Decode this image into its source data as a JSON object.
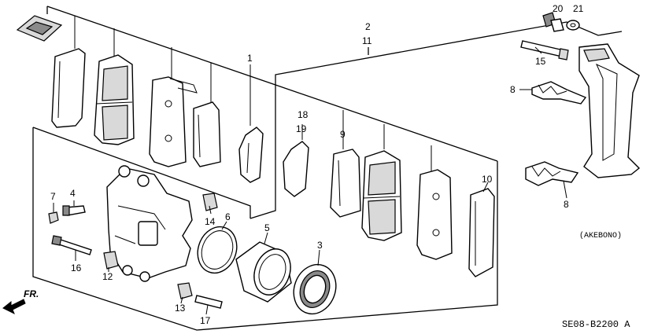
{
  "callouts": {
    "c1": "1",
    "c2": "2",
    "c3": "3",
    "c4": "4",
    "c5": "5",
    "c6": "6",
    "c7": "7",
    "c8a": "8",
    "c8b": "8",
    "c9": "9",
    "c10": "10",
    "c11": "11",
    "c12": "12",
    "c13": "13",
    "c14": "14",
    "c15": "15",
    "c16": "16",
    "c17": "17",
    "c18": "18",
    "c19": "19",
    "c20": "20",
    "c21": "21"
  },
  "notes": {
    "variant": "(AKEBONO)"
  },
  "diagram_code": "SE08-B2200 A",
  "direction": {
    "label": "FR."
  }
}
